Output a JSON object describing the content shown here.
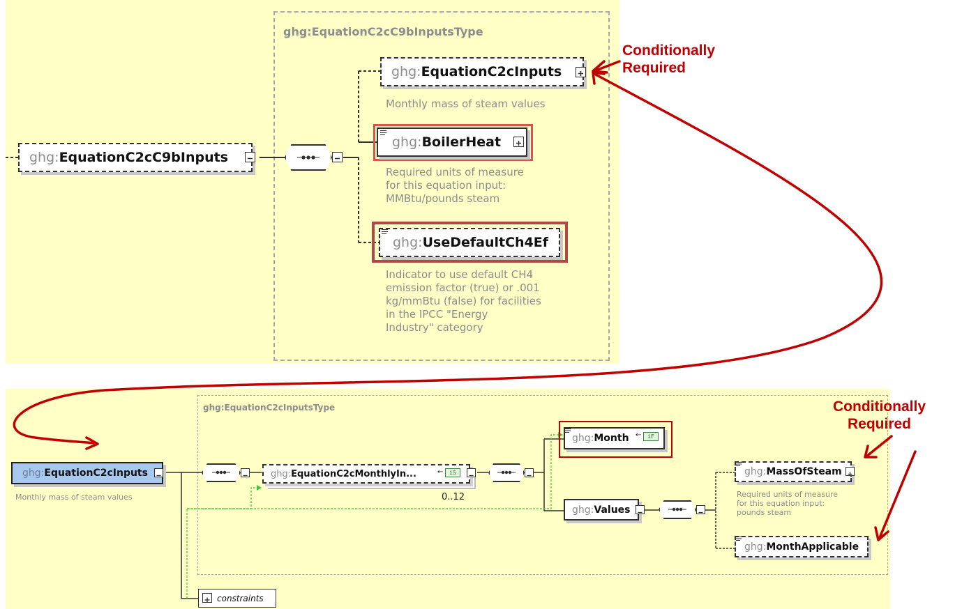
{
  "top": {
    "type_name": "ghg:EquationC2cC9bInputsType",
    "root": {
      "prefix": "ghg:",
      "name": "EquationC2cC9bInputs"
    },
    "children": [
      {
        "prefix": "ghg:",
        "name": "EquationC2cInputs",
        "annotation": "Monthly mass of steam values"
      },
      {
        "prefix": "ghg:",
        "name": "BoilerHeat",
        "annotation": "Required units of measure\nfor this equation input:\nMMBtu/pounds steam"
      },
      {
        "prefix": "ghg:",
        "name": "UseDefaultCh4Ef",
        "annotation": "Indicator to use default CH4\nemission factor (true) or .001\nkg/mmBtu (false) for facilities\nin the IPCC \"Energy\nIndustry\" category"
      }
    ],
    "callout": "Conditionally\nRequired"
  },
  "bottom": {
    "type_name": "ghg:EquationC2cInputsType",
    "root": {
      "prefix": "ghg:",
      "name": "EquationC2cInputs",
      "annotation": "Monthly mass of steam values"
    },
    "monthly": {
      "prefix": "ghg:",
      "name": "EquationC2cMonthlyIn...",
      "badge": "iS",
      "cardinality": "0..12"
    },
    "month": {
      "prefix": "ghg:",
      "name": "Month",
      "badge": "iF"
    },
    "values": {
      "prefix": "ghg:",
      "name": "Values"
    },
    "mass": {
      "prefix": "ghg:",
      "name": "MassOfSteam",
      "annotation": "Required units of measure\nfor this equation input:\npounds steam"
    },
    "applicable": {
      "prefix": "ghg:",
      "name": "MonthApplicable"
    },
    "constraints_label": "constraints",
    "callout": "Conditionally\nRequired"
  },
  "colors": {
    "panel": "#ffffc6",
    "arrow": "#c00000",
    "highlight": "#d9534f",
    "highlight_dark": "#b04848",
    "selected": "#a8c8f0",
    "link": "#33cc33"
  },
  "icons": [
    "plus-icon",
    "minus-icon",
    "sequence-icon",
    "documentation-icon"
  ]
}
